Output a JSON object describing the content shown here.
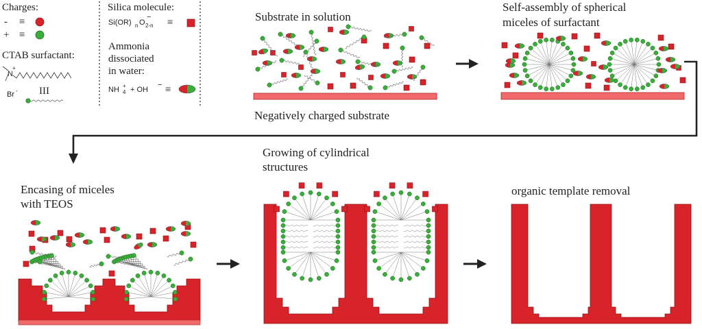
{
  "legend": {
    "charges_label": "Charges:",
    "minus": "-",
    "plus": "+",
    "equiv": "≡",
    "ctab_label": "CTAB surfactant:",
    "n_symbol": "N",
    "n_plus": "+",
    "br": "Br",
    "br_minus": "-",
    "triple": "III",
    "silica_label": "Silica molecule:",
    "silica_formula": "Si(OR)",
    "silica_n": "n",
    "silica_o": "O",
    "silica_sub2": "2-n",
    "silica_minus": "−",
    "ammonia_line1": "Ammonia",
    "ammonia_line2": "dissociated",
    "ammonia_line3": "in water:",
    "ammonia_formula": "NH",
    "ammonia_sub": "4",
    "ammonia_sup": "+",
    "ammonia_plus": "+  OH",
    "ammonia_oh_minus": "−"
  },
  "steps": {
    "substrate_title": "Substrate in solution",
    "substrate_caption": "Negatively charged substrate",
    "selfassembly_line1": "Self-assembly of spherical",
    "selfassembly_line2": "miceles of surfactant",
    "encasing_line1": "Encasing of miceles",
    "encasing_line2": "with TEOS",
    "growing_line1": "Growing of cylindrical",
    "growing_line2": "structures",
    "removal_title": "organic template removal"
  },
  "colors": {
    "red": "#d9232a",
    "red_dark": "#8e1418",
    "substrate": "#f06a6a",
    "green": "#3aae3a",
    "green_dark": "#1d6b1d",
    "arrow": "#222222"
  }
}
